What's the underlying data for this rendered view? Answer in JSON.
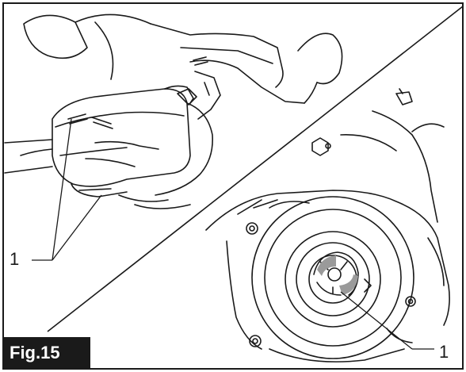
{
  "figure": {
    "label": "Fig.15",
    "callouts": [
      {
        "text": "1"
      },
      {
        "text": "1"
      }
    ]
  }
}
